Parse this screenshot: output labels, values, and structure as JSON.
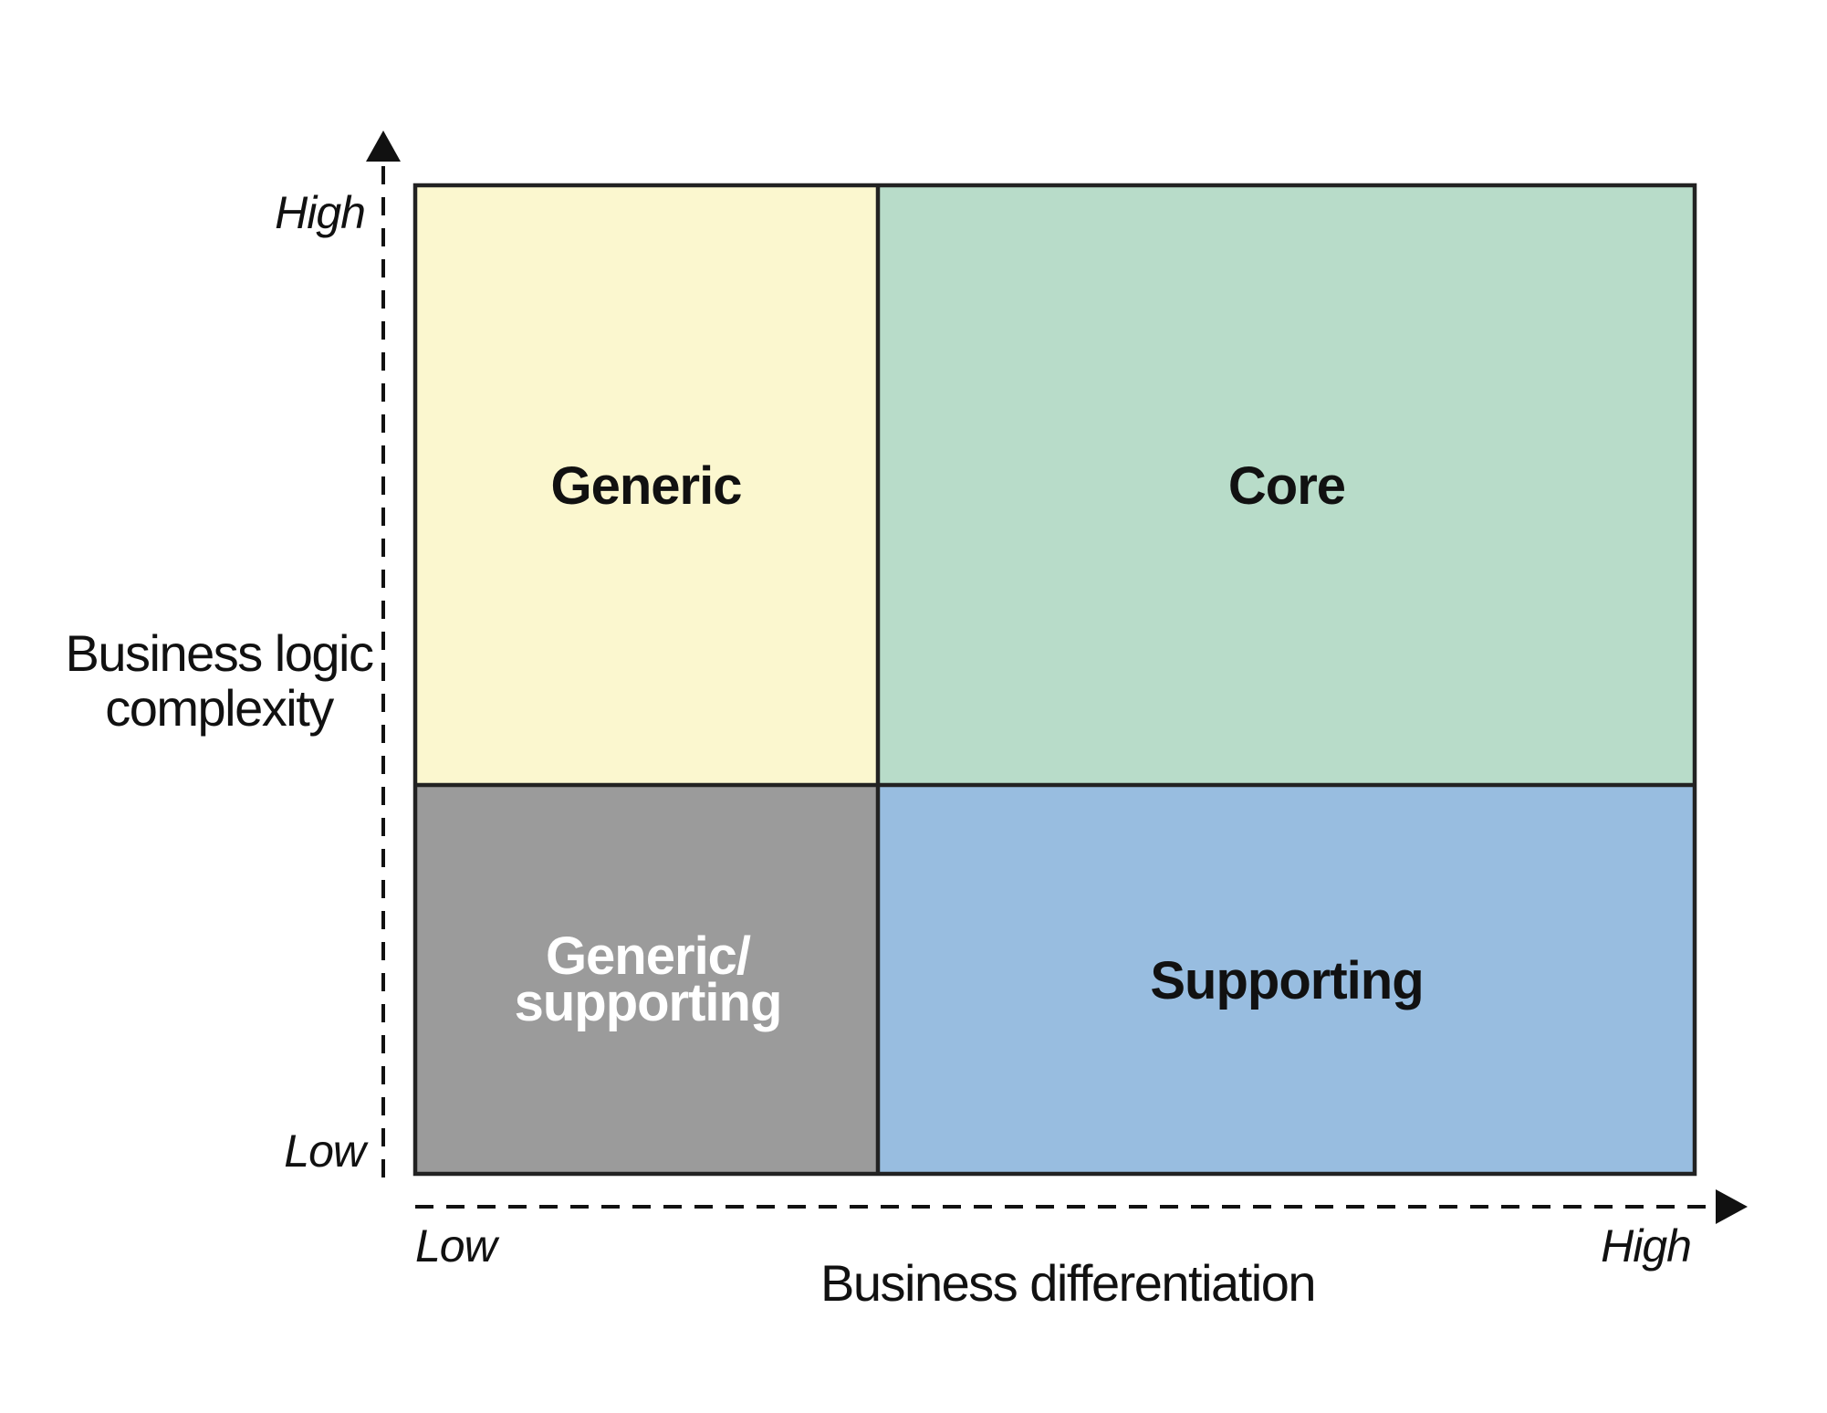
{
  "colors": {
    "generic": "#fbf7cf",
    "core": "#b8dcc9",
    "generic_supporting": "#9b9b9b",
    "supporting": "#98bde0",
    "border": "#222222",
    "dark_text": "#111111",
    "light_text": "#ffffff"
  },
  "quadrants": {
    "generic": {
      "label_lines": [
        "Generic"
      ]
    },
    "core": {
      "label_lines": [
        "Core"
      ]
    },
    "generic_supporting": {
      "label_lines": [
        "Generic/",
        "supporting"
      ]
    },
    "supporting": {
      "label_lines": [
        "Supporting"
      ]
    }
  },
  "y_axis": {
    "high_label": "High",
    "low_label": "Low",
    "title_lines": [
      "Business logic",
      "complexity"
    ]
  },
  "x_axis": {
    "low_label": "Low",
    "high_label": "High",
    "title": "Business differentiation"
  }
}
